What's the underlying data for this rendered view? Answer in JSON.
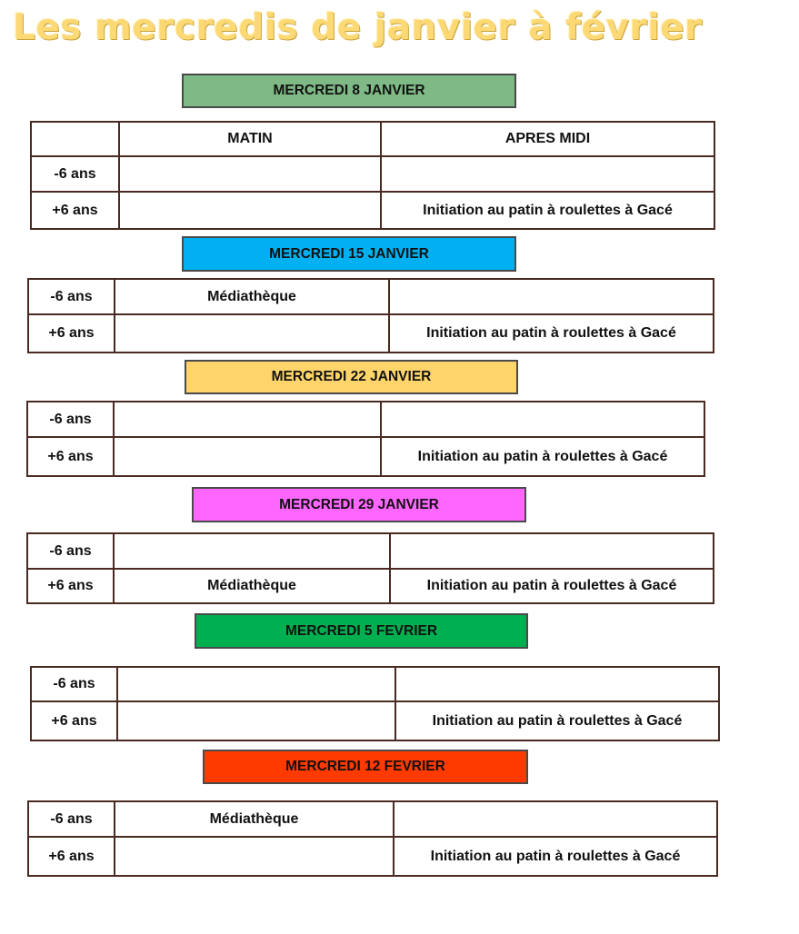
{
  "title": "Les mercredis de janvier à février",
  "colors": {
    "title": "#fcd975",
    "age": "#ee55ee",
    "header": "#e01a1a",
    "day1": "#7fba86",
    "day2": "#00b0f0",
    "day3": "#ffd56b",
    "day4": "#ff66ff",
    "day5": "#00b050",
    "day6": "#ff3a00"
  },
  "headers": {
    "matin": "MATIN",
    "apres_midi": "APRES MIDI"
  },
  "days": [
    {
      "label": "MERCREDI  8 JANVIER",
      "rows": [
        {
          "age": "-6 ans",
          "matin": "",
          "apres_midi": ""
        },
        {
          "age": "+6 ans",
          "matin": "",
          "apres_midi": "Initiation au patin à roulettes à Gacé"
        }
      ]
    },
    {
      "label": "MERCREDI 15 JANVIER",
      "rows": [
        {
          "age": "-6 ans",
          "matin": "Médiathèque",
          "apres_midi": ""
        },
        {
          "age": "+6 ans",
          "matin": "",
          "apres_midi": "Initiation au patin à roulettes à Gacé"
        }
      ]
    },
    {
      "label": "MERCREDI 22 JANVIER",
      "rows": [
        {
          "age": "-6 ans",
          "matin": "",
          "apres_midi": ""
        },
        {
          "age": "+6 ans",
          "matin": "",
          "apres_midi": "Initiation au patin à roulettes à Gacé"
        }
      ]
    },
    {
      "label": "MERCREDI 29 JANVIER",
      "rows": [
        {
          "age": "-6 ans",
          "matin": "",
          "apres_midi": ""
        },
        {
          "age": "+6 ans",
          "matin": "Médiathèque",
          "apres_midi": "Initiation au patin à roulettes à Gacé"
        }
      ]
    },
    {
      "label": "MERCREDI 5 FEVRIER",
      "rows": [
        {
          "age": "-6 ans",
          "matin": "",
          "apres_midi": ""
        },
        {
          "age": "+6 ans",
          "matin": "",
          "apres_midi": "Initiation au patin à roulettes à Gacé"
        }
      ]
    },
    {
      "label": "MERCREDI  12 FEVRIER",
      "rows": [
        {
          "age": "-6 ans",
          "matin": "Médiathèque",
          "apres_midi": ""
        },
        {
          "age": "+6 ans",
          "matin": "",
          "apres_midi": "Initiation au patin à roulettes à Gacé"
        }
      ]
    }
  ]
}
